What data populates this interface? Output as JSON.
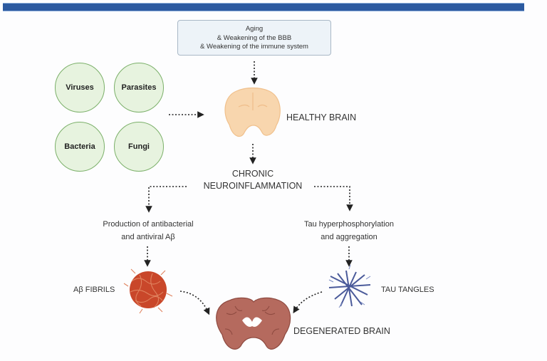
{
  "header_bar": {
    "color": "#2c5aa0"
  },
  "cause_box": {
    "line1": "Aging",
    "line2": "& Weakening of the BBB",
    "line3": "& Weakening of the immune system"
  },
  "pathogens": [
    {
      "label": "Viruses"
    },
    {
      "label": "Parasites"
    },
    {
      "label": "Bacteria"
    },
    {
      "label": "Fungi"
    }
  ],
  "healthy_brain": {
    "label": "HEALTHY BRAIN",
    "color": "#f8d6ae"
  },
  "neuroinflammation": {
    "line1": "CHRONIC",
    "line2": "NEUROINFLAMMATION"
  },
  "left_branch": {
    "process_line1": "Production of antibacterial",
    "process_line2": "and antiviral Aβ",
    "result_label": "Aβ FIBRILS",
    "color": "#c9472a"
  },
  "right_branch": {
    "process_line1": "Tau hyperphosphorylation",
    "process_line2": "and aggregation",
    "result_label": "TAU TANGLES",
    "color": "#4a5a9a"
  },
  "degenerated_brain": {
    "label": "DEGENERATED BRAIN",
    "color": "#b56a5e"
  }
}
